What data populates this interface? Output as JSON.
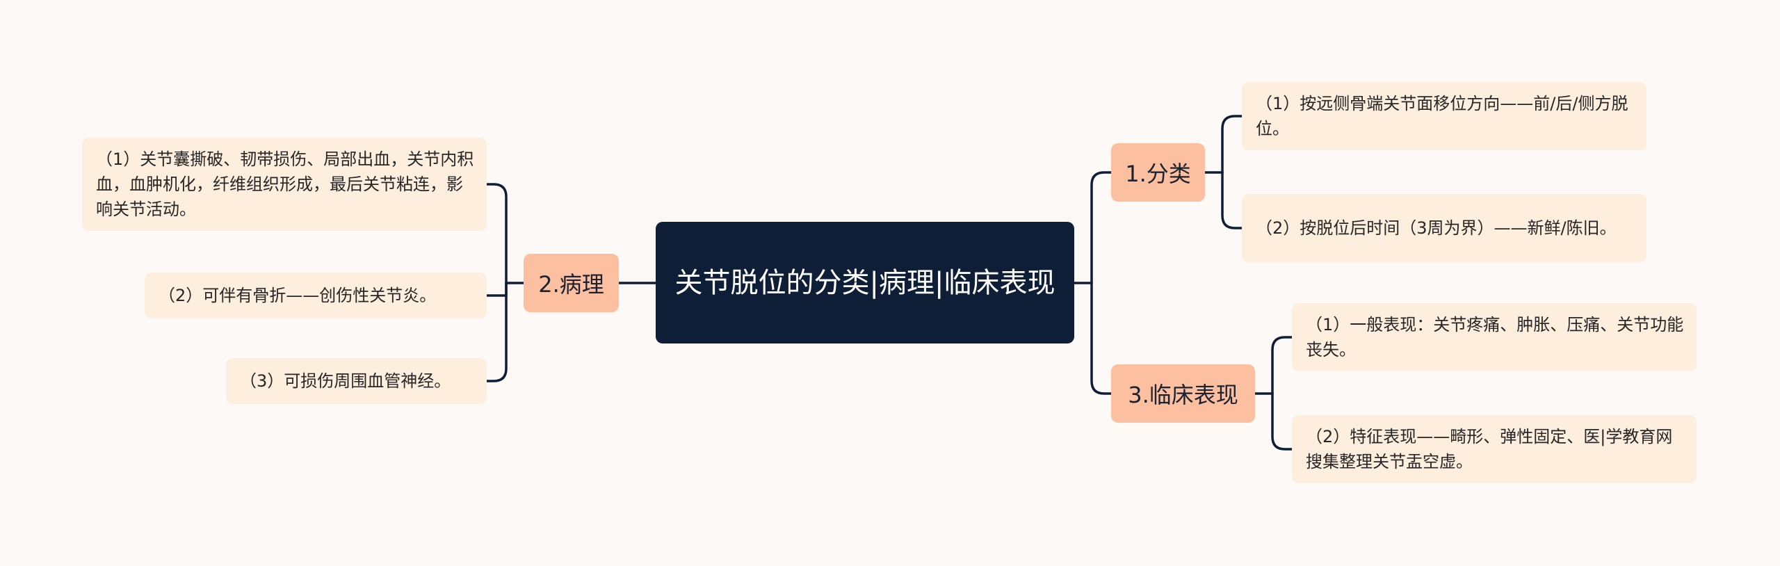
{
  "title": "关节脱位的分类|病理|临床表现",
  "branches": {
    "classification": {
      "label": "1.分类",
      "items": [
        "（1）按远侧骨端关节面移位方向——前/后/侧方脱位。",
        "（2）按脱位后时间（3周为界）——新鲜/陈旧。"
      ]
    },
    "pathology": {
      "label": "2.病理",
      "items": [
        "（1）关节囊撕破、韧带损伤、局部出血，关节内积血，血肿机化，纤维组织形成，最后关节粘连，影响关节活动。",
        "（2）可伴有骨折——创伤性关节炎。",
        "（3）可损伤周围血管神经。"
      ]
    },
    "clinical": {
      "label": "3.临床表现",
      "items": [
        "（1）一般表现：关节疼痛、肿胀、压痛、关节功能丧失。",
        "（2）特征表现——畸形、弹性固定、医|学教育网搜集整理关节盂空虚。"
      ]
    }
  },
  "colors": {
    "background": "#fdf9f7",
    "root": "#0e1e36",
    "branch": "#fcbf9f",
    "leaf": "#fdeedd",
    "connector": "#0e1e36"
  }
}
